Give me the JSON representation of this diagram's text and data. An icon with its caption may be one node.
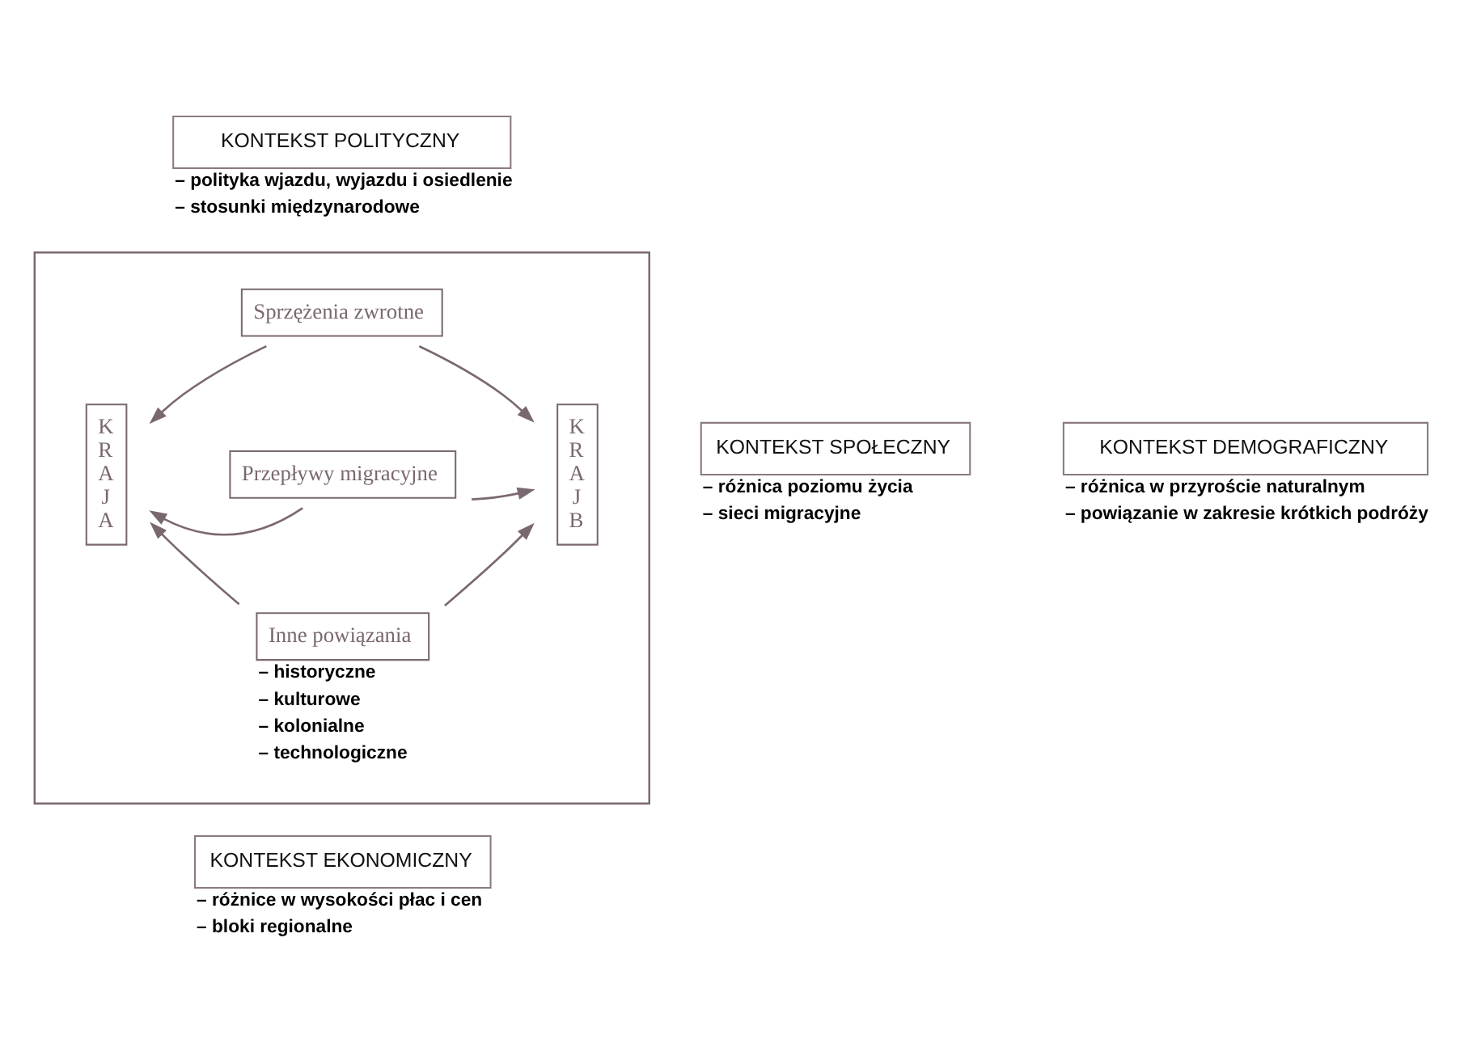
{
  "diagram": {
    "nodes": [
      {
        "text": [
          "KONTEKST POLITYCZNY"
        ],
        "beside": [
          "– polityka wjazdu, wyjazdu i osiedlenie",
          "– stosunki międzynarodowe"
        ]
      },
      {
        "text": [],
        "shape": "box"
      },
      {
        "text": [
          "Sprzężenia zwrotne"
        ],
        "in": 1
      },
      {
        "text": [
          "K R A J A"
        ],
        "in": 1
      },
      {
        "text": [
          "Przepływy migracyjne"
        ],
        "in": 1
      },
      {
        "text": [
          "K R A J B"
        ],
        "in": 1
      },
      {
        "text": [
          "Inne powiązania"
        ],
        "in": 1,
        "beside": [
          "– historyczne",
          "– kulturowe",
          "– kolonialne",
          "– technologiczne"
        ]
      },
      {
        "text": [
          "KONTEKST SPOŁECZNY"
        ],
        "beside": [
          "– różnica poziomu życia",
          "– sieci migracyjne"
        ]
      },
      {
        "text": [
          "KONTEKST DEMOGRAFICZNY"
        ],
        "beside": [
          "– różnica w przyroście naturalnym",
          "– powiązanie w zakresie krótkich podróży"
        ]
      },
      {
        "text": [
          "KONTEKST EKONOMICZNY"
        ],
        "beside": [
          "– różnice w wysokości płac i cen",
          "– bloki regionalne"
        ]
      }
    ],
    "edges": [
      {
        "from": 2,
        "to": 3,
        "arrow": "to"
      },
      {
        "from": 2,
        "to": 5,
        "arrow": "to"
      },
      {
        "from": 4,
        "to": 3,
        "arrow": "to"
      },
      {
        "from": 4,
        "to": 5,
        "arrow": "to"
      },
      {
        "from": 6,
        "to": 3,
        "arrow": "to"
      },
      {
        "from": 6,
        "to": 5,
        "arrow": "to"
      }
    ]
  }
}
